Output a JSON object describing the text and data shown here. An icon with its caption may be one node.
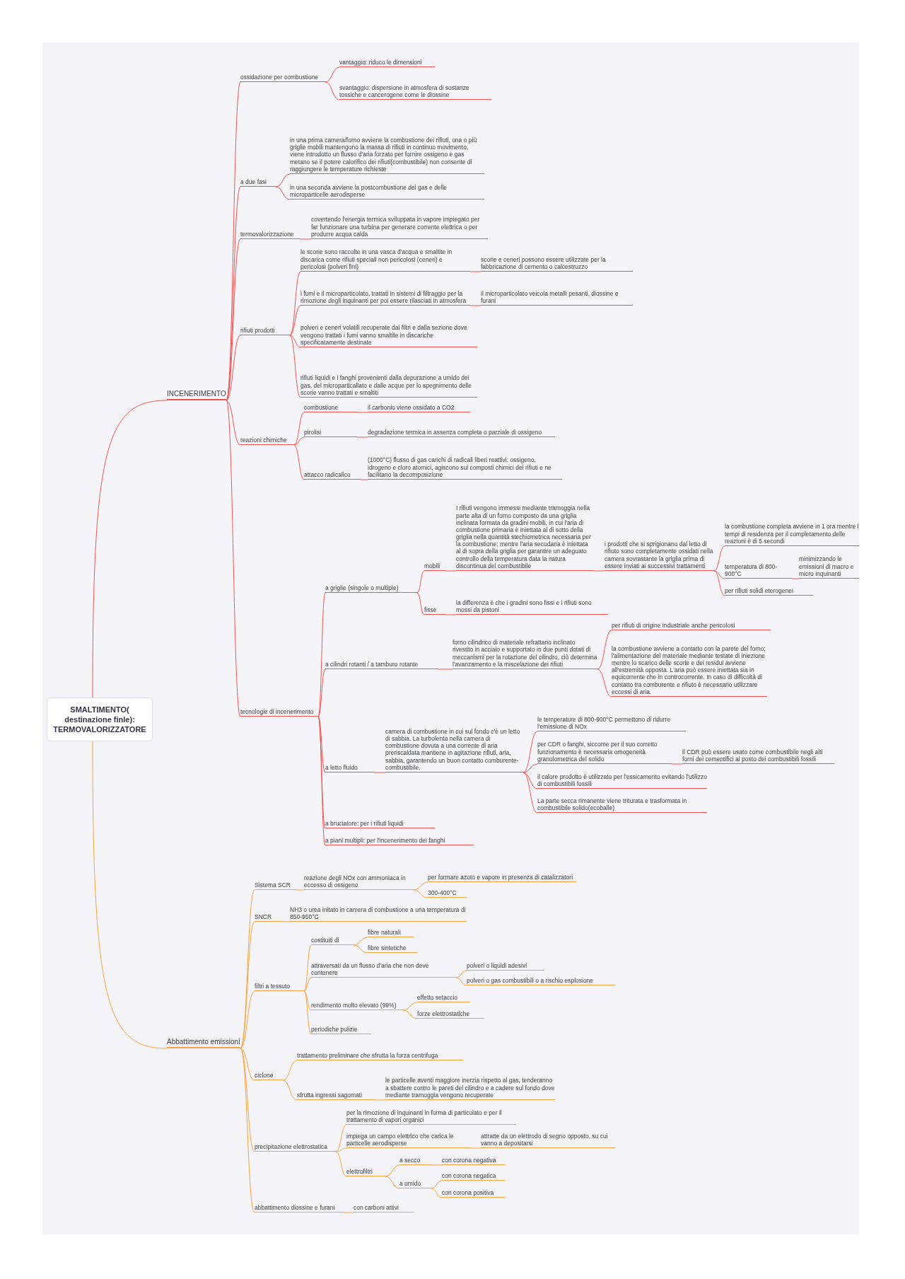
{
  "diagram": {
    "nodes": [
      {
        "text": [
          "SMALTIMENTO( destinazione finle): TERMOVALORIZZATORE"
        ]
      },
      {
        "text": [
          "INCENERIMENTO"
        ]
      },
      {
        "text": [
          "ossidazione per combustione"
        ]
      },
      {
        "text": [
          "vantaggio: riduco le dimensioni"
        ]
      },
      {
        "text": [
          "svantaggio: dispersione in atmosfera di sostanze tossiche e cancerogene come le diossine"
        ]
      },
      {
        "text": [
          "a due fasi"
        ]
      },
      {
        "text": [
          "in una prima camera/forno avviene la combustione dei rifiuti, una o più griglie mobili mantengono la massa di rifiuti in continuo movimento, viene introdotto un flusso d'aria forzato per fornire ossigeno e gas metano se il potere calorifico dei rifiuti(combustibile) non consente di raggiungere le temperature richieste"
        ]
      },
      {
        "text": [
          "in una seconda avviene la postcombustione dei gas e delle microparticelle aerodisperse"
        ]
      },
      {
        "text": [
          "termovalorizzazione"
        ]
      },
      {
        "text": [
          "covertendo l'energia termica sviluppata in vapore impiegato per far funzionare una turbina per generare corrente elettrica o per produrre acqua calda"
        ]
      },
      {
        "text": [
          "rifiuti prodotti"
        ]
      },
      {
        "text": [
          "le scorie sono raccolte in una vasca d'acqua e smaltite in discarica come rifiuti speciali non pericolosi (ceneri) e pericolosi (polveri fini)"
        ]
      },
      {
        "text": [
          "scorie e ceneri possono essere utilizzate per la fabbricazione di cemento o calcestruzzo"
        ]
      },
      {
        "text": [
          "i fumi e il microparticolato, trattati in sistemi di filtraggio per la rimozione degli inquinanti per poi essere rilasciati in atmosfera"
        ]
      },
      {
        "text": [
          "il microparticolato veicola metalli pesanti, diossine e furani"
        ]
      },
      {
        "text": [
          "polveri e ceneri volatili recuperate dai filtri e dalla sezione dove vengono trattati i fumi vanno smaltite in discariche specificatamente destinate"
        ]
      },
      {
        "text": [
          "rifiuti liquidi e i fanghi provenienti dalla depurazione a umido dei gas, del microparticallato e dalle acque per lo spegnimento delle scorie vanno trattati e smaltiti"
        ]
      },
      {
        "text": [
          "reazioni chimiche"
        ]
      },
      {
        "text": [
          "combustione"
        ]
      },
      {
        "text": [
          "il carbonio viene ossidato a CO2"
        ]
      },
      {
        "text": [
          "pirolisi"
        ]
      },
      {
        "text": [
          "degradazione termica in assenza completa o parziale di ossigeno"
        ]
      },
      {
        "text": [
          "attacco radicalico"
        ]
      },
      {
        "text": [
          "(1000°C) flusso di gas carichi di radicali liberi reattivi: ossigeno, idrogeno e cloro atomici, agiscono sui composti chimici dei rifiuti e ne facilitano la decomposizione"
        ]
      },
      {
        "text": [
          "tecnologie di incenerimento"
        ]
      },
      {
        "text": [
          "a griglie (singole o multiple)"
        ]
      },
      {
        "text": [
          "mobili"
        ]
      },
      {
        "text": [
          "I rifiuti vengono immessi mediante tramoggia nella parte alta di un forno composto da una griglia inclinata formata da gradini mobili, in cui l'aria di combustione primaria è iniettata al di sotto della griglia nella quantità stechiometrica necessaria per la combustione; mentre l'aria secodaria è iniettata al di sopra della griglia per garantire un adeguato controllo della temperatura data la natura discontinua del combustibile"
        ]
      },
      {
        "text": [
          "i prodotti che si sprigionano dal letto di rifiuto sono completamente ossidati nella camera sovrastante la griglia prima di essere inviati ai successivi trattamenti"
        ]
      },
      {
        "text": [
          "la combustione completa avviene in 1 ora mentre i tempi di residenza per il completamento delle reazioni è di 5 secondi"
        ]
      },
      {
        "text": [
          "temperatura di 800-900°C"
        ]
      },
      {
        "text": [
          "minimizzando le emissioni di macro e micro inquinanti"
        ]
      },
      {
        "text": [
          "per rifiuti solidi eterogenei"
        ]
      },
      {
        "text": [
          "fisse"
        ]
      },
      {
        "text": [
          "la differenza è che i gradini sono fissi e i rifiuti sono mossi da pistoni"
        ]
      },
      {
        "text": [
          "a cilindri rotanti / a tamburo rotante"
        ]
      },
      {
        "text": [
          "forno cilindrico di materiale refrattario inclinato rivestito in acciaio e supportato in due punti dotati di meccanismi per la rotazione del cilindro, ciò determina l'avanzamento e la miscelazione dei rifiuti"
        ]
      },
      {
        "text": [
          "per rifiuti di origine industriale anche pericolosi"
        ]
      },
      {
        "text": [
          "la combustione avviene a contatto con la parete del forno; l'alimentazione del materiale mediante testate di iniezione mentre lo scarico delle scorie e dei residui avviene all'estremità opposta. L'aria può essere iniettata sia in equicorrente che in controcorrente. In caso di difficoltà di contatto tra comburente e rifiuto è necessario utilizzare eccessi di aria."
        ]
      },
      {
        "text": [
          "a letto fluido"
        ]
      },
      {
        "text": [
          "camera di combustione in cui sul fondo c'è un letto di sabbia. La turbolenta nella camera di combustione dovuta a una corrente di aria preriscaldata mantiene in agitazione rifiuti, aria, sabbia, garantendo un buon contatto comburente-combustibile."
        ]
      },
      {
        "text": [
          "le temperature di 800-900°C permettono di ridurre l'emissione di NOx"
        ]
      },
      {
        "text": [
          "per CDR o fanghi, siccome per il suo corretto funzionamento è necessaria omogeneità granulometrica del solido"
        ]
      },
      {
        "text": [
          "il CDR può essere usato come combustibile negli alti forni dei cementifici al posto dei combustibili fossili"
        ]
      },
      {
        "text": [
          "il calore prodotto è utilizzato per l'essicamento evitando l'utilizzo di combustibili fossili"
        ]
      },
      {
        "text": [
          "La parte secca rimanente viene triturata e trasformata in combustibile solido(ecoballe)"
        ]
      },
      {
        "text": [
          "a bruciatore: per i rifiuti liquidi"
        ]
      },
      {
        "text": [
          "a piani multipli: per l'incenerimento dei fanghi"
        ]
      },
      {
        "text": [
          "Abbattimento emissioni"
        ]
      },
      {
        "text": [
          "Sistema SCR"
        ]
      },
      {
        "text": [
          "reazione degli NOx con ammoniaca in eccesso di ossigeno"
        ]
      },
      {
        "text": [
          "per formare azoto e vapore in presenza di catalizzatori"
        ]
      },
      {
        "text": [
          "300-400°C"
        ]
      },
      {
        "text": [
          "SNCR"
        ]
      },
      {
        "text": [
          "NH3 o urea initato in camera di combustione a una temperatura di 850-950°C"
        ]
      },
      {
        "text": [
          "filtri a tessuto"
        ]
      },
      {
        "text": [
          "costituiti di"
        ]
      },
      {
        "text": [
          "fibre naturali"
        ]
      },
      {
        "text": [
          "fibre sintetiche"
        ]
      },
      {
        "text": [
          "attraversati da un flusso d'aria che non deve contenere"
        ]
      },
      {
        "text": [
          "polveri o liquidi adesivi"
        ]
      },
      {
        "text": [
          "polveri o gas combustibili o a rischio esplosione"
        ]
      },
      {
        "text": [
          "rendimento molto elevato (99%)"
        ]
      },
      {
        "text": [
          "effetto setaccio"
        ]
      },
      {
        "text": [
          "forze elettrostatiche"
        ]
      },
      {
        "text": [
          "periodiche pulizie"
        ]
      },
      {
        "text": [
          "ciclone"
        ]
      },
      {
        "text": [
          "trattamento preliminare che sfrutta la forza centrifuga"
        ]
      },
      {
        "text": [
          "sfrutta ingressi sagomati"
        ]
      },
      {
        "text": [
          "le particelle aventi maggiore inerzia rispetto al gas, tenderanno a sbattere contro le pareti del cilindro e a cadere sul fondo dove mediante tramoggia vengono recuperate"
        ]
      },
      {
        "text": [
          "precipitazione elettrostatica"
        ]
      },
      {
        "text": [
          "per la rimozione di inquinanti in forma di particolato e per il trattamento di vapori organici"
        ]
      },
      {
        "text": [
          "impiega un campo elettrico che carica le particelle aerodisperse"
        ]
      },
      {
        "text": [
          "attratte da un elettrodo di segno opposto, su cui vanno a depositarsi"
        ]
      },
      {
        "text": [
          "elettrofiltri"
        ]
      },
      {
        "text": [
          "a secco"
        ]
      },
      {
        "text": [
          "con corona negativa"
        ]
      },
      {
        "text": [
          "a umido"
        ]
      },
      {
        "text": [
          "con corona negatica"
        ]
      },
      {
        "text": [
          "con corona positiva"
        ]
      },
      {
        "text": [
          "abbattimento diossine e furani"
        ]
      },
      {
        "text": [
          "con carboni attivi"
        ]
      }
    ],
    "edges": [
      {
        "from": 0,
        "to": 1,
        "arrow": "none"
      },
      {
        "from": 1,
        "to": 2,
        "arrow": "none"
      },
      {
        "from": 2,
        "to": 3,
        "arrow": "none"
      },
      {
        "from": 2,
        "to": 4,
        "arrow": "none"
      },
      {
        "from": 1,
        "to": 5,
        "arrow": "none"
      },
      {
        "from": 5,
        "to": 6,
        "arrow": "none"
      },
      {
        "from": 5,
        "to": 7,
        "arrow": "none"
      },
      {
        "from": 1,
        "to": 8,
        "arrow": "none"
      },
      {
        "from": 8,
        "to": 9,
        "arrow": "none"
      },
      {
        "from": 1,
        "to": 10,
        "arrow": "none"
      },
      {
        "from": 10,
        "to": 11,
        "arrow": "none"
      },
      {
        "from": 11,
        "to": 12,
        "arrow": "none"
      },
      {
        "from": 10,
        "to": 13,
        "arrow": "none"
      },
      {
        "from": 13,
        "to": 14,
        "arrow": "none"
      },
      {
        "from": 10,
        "to": 15,
        "arrow": "none"
      },
      {
        "from": 10,
        "to": 16,
        "arrow": "none"
      },
      {
        "from": 1,
        "to": 17,
        "arrow": "none"
      },
      {
        "from": 17,
        "to": 18,
        "arrow": "none"
      },
      {
        "from": 18,
        "to": 19,
        "arrow": "none"
      },
      {
        "from": 17,
        "to": 20,
        "arrow": "none"
      },
      {
        "from": 20,
        "to": 21,
        "arrow": "none"
      },
      {
        "from": 17,
        "to": 22,
        "arrow": "none"
      },
      {
        "from": 22,
        "to": 23,
        "arrow": "none"
      },
      {
        "from": 1,
        "to": 24,
        "arrow": "none"
      },
      {
        "from": 24,
        "to": 25,
        "arrow": "none"
      },
      {
        "from": 25,
        "to": 26,
        "arrow": "none"
      },
      {
        "from": 26,
        "to": 27,
        "arrow": "none"
      },
      {
        "from": 27,
        "to": 28,
        "arrow": "none"
      },
      {
        "from": 28,
        "to": 29,
        "arrow": "none"
      },
      {
        "from": 28,
        "to": 30,
        "arrow": "none"
      },
      {
        "from": 30,
        "to": 31,
        "arrow": "none"
      },
      {
        "from": 28,
        "to": 32,
        "arrow": "none"
      },
      {
        "from": 25,
        "to": 33,
        "arrow": "none"
      },
      {
        "from": 33,
        "to": 34,
        "arrow": "none"
      },
      {
        "from": 24,
        "to": 35,
        "arrow": "none"
      },
      {
        "from": 35,
        "to": 36,
        "arrow": "none"
      },
      {
        "from": 36,
        "to": 37,
        "arrow": "none"
      },
      {
        "from": 36,
        "to": 38,
        "arrow": "none"
      },
      {
        "from": 24,
        "to": 39,
        "arrow": "none"
      },
      {
        "from": 39,
        "to": 40,
        "arrow": "none"
      },
      {
        "from": 40,
        "to": 41,
        "arrow": "none"
      },
      {
        "from": 40,
        "to": 42,
        "arrow": "none"
      },
      {
        "from": 42,
        "to": 43,
        "arrow": "none"
      },
      {
        "from": 40,
        "to": 44,
        "arrow": "none"
      },
      {
        "from": 40,
        "to": 45,
        "arrow": "none"
      },
      {
        "from": 24,
        "to": 46,
        "arrow": "none"
      },
      {
        "from": 24,
        "to": 47,
        "arrow": "none"
      },
      {
        "from": 0,
        "to": 48,
        "arrow": "none",
        "color": "#f7a23b"
      },
      {
        "from": 48,
        "to": 49,
        "arrow": "none",
        "color": "#f7a23b"
      },
      {
        "from": 49,
        "to": 50,
        "arrow": "none",
        "color": "#f7a23b"
      },
      {
        "from": 50,
        "to": 51,
        "arrow": "none",
        "color": "#f7a23b"
      },
      {
        "from": 50,
        "to": 52,
        "arrow": "none",
        "color": "#f7a23b"
      },
      {
        "from": 48,
        "to": 53,
        "arrow": "none",
        "color": "#f7a23b"
      },
      {
        "from": 53,
        "to": 54,
        "arrow": "none",
        "color": "#f7a23b"
      },
      {
        "from": 48,
        "to": 55,
        "arrow": "none",
        "color": "#f7a23b"
      },
      {
        "from": 55,
        "to": 56,
        "arrow": "none",
        "color": "#f7a23b"
      },
      {
        "from": 56,
        "to": 57,
        "arrow": "none",
        "color": "#f7a23b"
      },
      {
        "from": 56,
        "to": 58,
        "arrow": "none",
        "color": "#f7a23b"
      },
      {
        "from": 55,
        "to": 59,
        "arrow": "none",
        "color": "#f7a23b"
      },
      {
        "from": 59,
        "to": 60,
        "arrow": "none",
        "color": "#f7a23b"
      },
      {
        "from": 59,
        "to": 61,
        "arrow": "none",
        "color": "#f7a23b"
      },
      {
        "from": 55,
        "to": 62,
        "arrow": "none",
        "color": "#f7a23b"
      },
      {
        "from": 62,
        "to": 63,
        "arrow": "none",
        "color": "#f7a23b"
      },
      {
        "from": 62,
        "to": 64,
        "arrow": "none",
        "color": "#f7a23b"
      },
      {
        "from": 55,
        "to": 65,
        "arrow": "none",
        "color": "#f7a23b"
      },
      {
        "from": 48,
        "to": 66,
        "arrow": "none",
        "color": "#f7a23b"
      },
      {
        "from": 66,
        "to": 67,
        "arrow": "none",
        "color": "#f7a23b"
      },
      {
        "from": 66,
        "to": 68,
        "arrow": "none",
        "color": "#f7a23b"
      },
      {
        "from": 68,
        "to": 69,
        "arrow": "none",
        "color": "#f7a23b"
      },
      {
        "from": 48,
        "to": 70,
        "arrow": "none",
        "color": "#f7a23b"
      },
      {
        "from": 70,
        "to": 71,
        "arrow": "none",
        "color": "#f7a23b"
      },
      {
        "from": 70,
        "to": 72,
        "arrow": "none",
        "color": "#f7a23b"
      },
      {
        "from": 72,
        "to": 73,
        "arrow": "none",
        "color": "#f7a23b"
      },
      {
        "from": 70,
        "to": 74,
        "arrow": "none",
        "color": "#f7a23b"
      },
      {
        "from": 74,
        "to": 75,
        "arrow": "none",
        "color": "#f7a23b"
      },
      {
        "from": 75,
        "to": 76,
        "arrow": "none",
        "color": "#f7a23b"
      },
      {
        "from": 74,
        "to": 77,
        "arrow": "none",
        "color": "#f7a23b"
      },
      {
        "from": 77,
        "to": 78,
        "arrow": "none",
        "color": "#f7a23b"
      },
      {
        "from": 77,
        "to": 79,
        "arrow": "none",
        "color": "#f7a23b"
      },
      {
        "from": 48,
        "to": 80,
        "arrow": "none",
        "color": "#f7a23b"
      },
      {
        "from": 80,
        "to": 81,
        "arrow": "none",
        "color": "#f7a23b"
      }
    ]
  }
}
